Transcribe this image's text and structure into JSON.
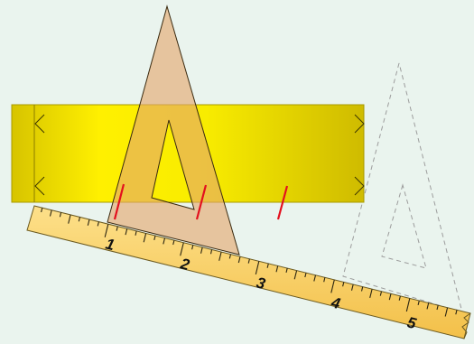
{
  "ruler": {
    "numbers": [
      "1",
      "2",
      "3",
      "4",
      "5"
    ],
    "ticks_per_unit": 8,
    "units_shown": 5
  },
  "colors": {
    "background": "#eaf4ee",
    "yellow_bar": "#f4e600",
    "yellow_bar_edge": "#b8a800",
    "ruler_face": "#f8cf66",
    "ruler_edge": "#6b5a20",
    "set_square_fill": "#e9bf8f",
    "set_square_edge": "#3a2a10",
    "red_marks": "#e3101e",
    "dashed_outline": "#9c9c9c"
  },
  "icons": {
    "bar_chevrons": "chevron-icon"
  }
}
